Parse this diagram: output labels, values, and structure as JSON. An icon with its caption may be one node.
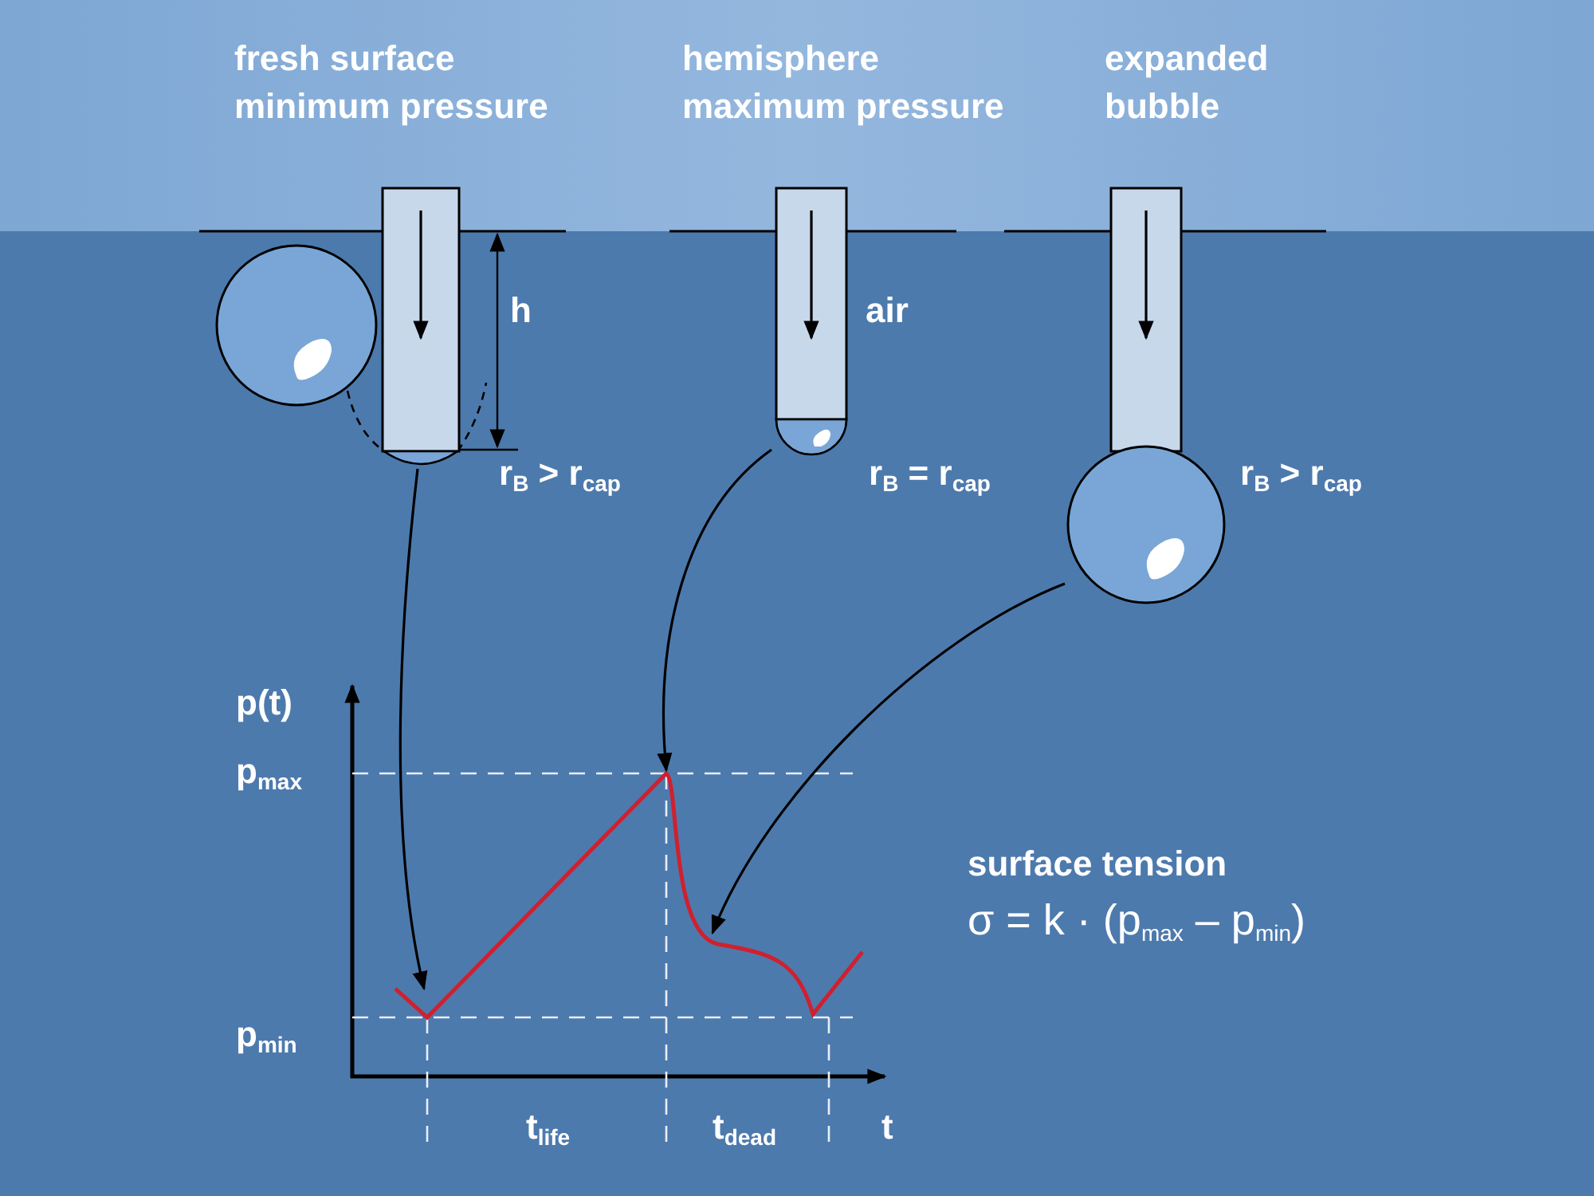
{
  "diagram": {
    "nodes": [
      {
        "text": [],
        "shape": "circle",
        "beside": [
          "r$_{B}$ > r$_{cap}$"
        ]
      },
      {
        "text": [],
        "shape": "circle",
        "beside": [
          "r$_{B}$ = r$_{cap}$"
        ]
      },
      {
        "text": [],
        "shape": "circle",
        "beside": [
          "r$_{B}$ > r$_{cap}$"
        ]
      },
      {
        "text": [],
        "shape": "curve"
      }
    ],
    "edges": [
      {
        "from": 0,
        "to": 3,
        "arrow": "to"
      },
      {
        "from": 1,
        "to": 3,
        "arrow": "to"
      },
      {
        "from": 2,
        "to": 3,
        "arrow": "to"
      }
    ],
    "labels": [
      "fresh surface minimum pressure",
      "hemisphere maximum pressure",
      "expanded bubble",
      "h",
      "air",
      "p(t)",
      "p$_{max}$",
      "surface tension",
      "σ = k · (p$_{max}$ – p$_{min}$)",
      "p$_{min}$",
      "t$_{life}$",
      "t$_{dead}$",
      "t"
    ]
  }
}
